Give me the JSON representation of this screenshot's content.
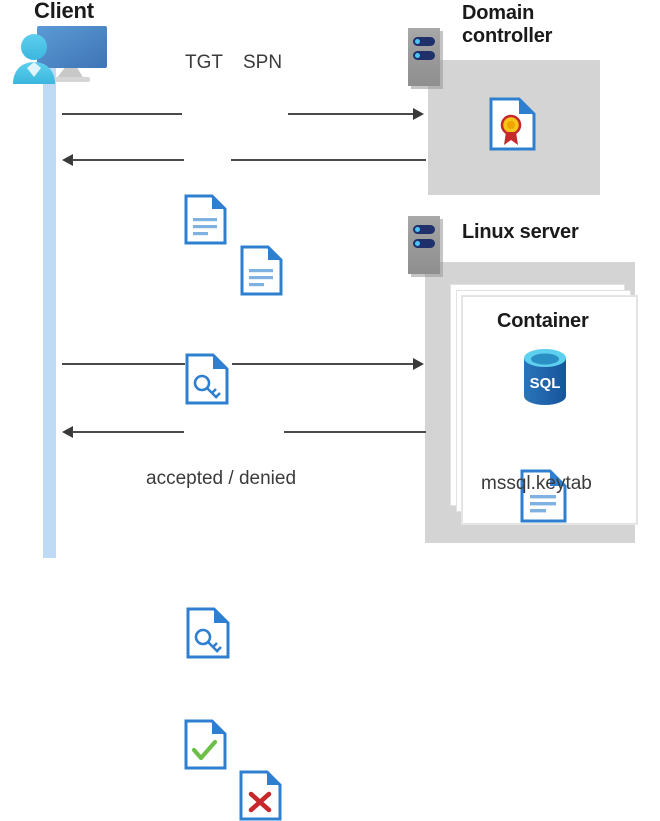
{
  "diagram": {
    "type": "kerberos-authentication-sequence-diagram",
    "background": "#ffffff",
    "colors": {
      "panel_gray": "#d4d4d4",
      "lifeline_blue": "#bedaf5",
      "doc_blue": "#2f7fd0",
      "accent_blue": "#1f6fc4",
      "check_green": "#6cc04a",
      "cross_red": "#c6282c",
      "line_gray": "#4a4a4a",
      "rack_navy": "#20306b",
      "rack_dot_cyan": "#4fc3f7",
      "sql_blue": "#1f63ab",
      "cert_gold": "#f5c518",
      "cert_red": "#c6282c"
    }
  },
  "actors": {
    "client": {
      "title": "Client",
      "icon": "desktop-computer-with-user-icon",
      "lifeline": "client-lifeline"
    },
    "domain_controller": {
      "title": "Domain controller",
      "icon": "server-rack-icon",
      "contents": [
        {
          "label": "",
          "icon": "certificate-document-icon"
        }
      ]
    },
    "linux_server": {
      "title": "Linux server",
      "icon": "server-rack-icon",
      "container": {
        "title": "Container",
        "stack_count": 3,
        "contents": [
          {
            "label": "",
            "icon": "sql-database-icon",
            "badge": "SQL"
          },
          {
            "label": "mssql.keytab",
            "icon": "document-lines-icon"
          }
        ]
      }
    }
  },
  "messages": [
    {
      "id": "msg-1",
      "direction": "right",
      "from": "client",
      "to": "domain_controller",
      "labels": [
        "TGT",
        "SPN"
      ],
      "icons": [
        "document-lines-icon",
        "document-lines-icon"
      ]
    },
    {
      "id": "msg-2",
      "direction": "left",
      "from": "domain_controller",
      "to": "client",
      "labels": [],
      "icons": [
        "ticket-key-document-icon"
      ]
    },
    {
      "id": "msg-3",
      "direction": "right",
      "from": "client",
      "to": "linux_server",
      "labels": [],
      "icons": [
        "ticket-key-document-icon"
      ]
    },
    {
      "id": "msg-4",
      "direction": "left",
      "from": "linux_server",
      "to": "client",
      "labels": [
        "accepted / denied"
      ],
      "icons": [
        "check-document-icon",
        "cross-document-icon"
      ]
    }
  ],
  "labels": {
    "tgt": "TGT",
    "spn": "SPN",
    "accepted_denied": "accepted / denied",
    "keytab_file": "mssql.keytab",
    "sql_badge": "SQL",
    "container": "Container",
    "client": "Client",
    "domain_controller": "Domain controller",
    "linux_server": "Linux server"
  }
}
